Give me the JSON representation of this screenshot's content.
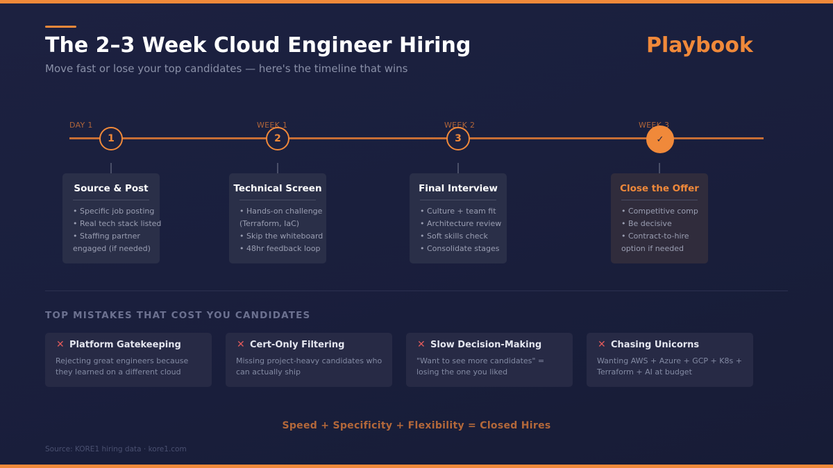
{
  "header": {
    "title": "The 2–3 Week Cloud Engineer Hiring",
    "title_accent": "Playbook",
    "subtitle": "Move fast or lose your top candidates — here's the timeline that wins"
  },
  "colors": {
    "accent": "#f0893a",
    "background": "#1c2140",
    "mistake_icon": "#e05a5a"
  },
  "timeline": [
    {
      "day": "DAY 1",
      "marker": "1",
      "title": "Source & Post",
      "items": [
        "• Specific job posting",
        "• Real tech stack listed",
        "• Staffing partner",
        "engaged (if needed)"
      ]
    },
    {
      "day": "WEEK 1",
      "marker": "2",
      "title": "Technical Screen",
      "items": [
        "• Hands-on challenge",
        "(Terraform, IaC)",
        "• Skip the whiteboard",
        "• 48hr feedback loop"
      ]
    },
    {
      "day": "WEEK 2",
      "marker": "3",
      "title": "Final Interview",
      "items": [
        "• Culture + team fit",
        "• Architecture review",
        "• Soft skills check",
        "• Consolidate stages"
      ]
    },
    {
      "day": "WEEK 3",
      "marker": "✓",
      "marker_icon": "check-icon",
      "title": "Close the Offer",
      "items": [
        "• Competitive comp",
        "• Be decisive",
        "• Contract-to-hire",
        "option if needed"
      ]
    }
  ],
  "mistakes": {
    "heading": "TOP MISTAKES THAT COST YOU CANDIDATES",
    "icon": "x-icon",
    "icon_glyph": "✕",
    "items": [
      {
        "title": "Platform Gatekeeping",
        "desc": "Rejecting great engineers because they learned on a different cloud"
      },
      {
        "title": "Cert-Only Filtering",
        "desc": "Missing project-heavy candidates who can actually ship"
      },
      {
        "title": "Slow Decision-Making",
        "desc": "\"Want to see more candidates\" = losing the one you liked"
      },
      {
        "title": "Chasing Unicorns",
        "desc": "Wanting AWS + Azure + GCP + K8s + Terraform + AI at budget"
      }
    ]
  },
  "footer": {
    "formula": "Speed + Specificity + Flexibility = Closed Hires",
    "source": "Source: KORE1 hiring data · kore1.com"
  }
}
